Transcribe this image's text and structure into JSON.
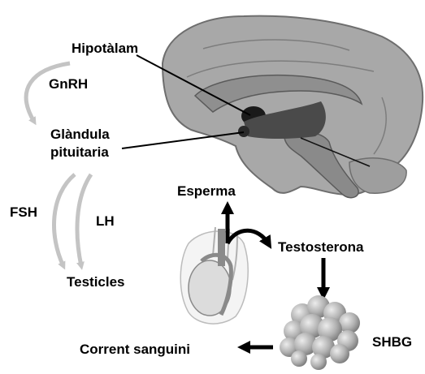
{
  "labels": {
    "hypothalamus": "Hipotàlam",
    "gnrh": "GnRH",
    "pituitary_line1": "Glàndula",
    "pituitary_line2": "pituitaria",
    "sperm": "Esperma",
    "fsh": "FSH",
    "lh": "LH",
    "testosterone": "Testosterona",
    "testicles": "Testicles",
    "shbg": "SHBG",
    "bloodstream": "Corrent sanguini"
  },
  "colors": {
    "brain_fill": "#a8a8a8",
    "brain_outline": "#6e6e6e",
    "hormone_arrow": "#c4c4c4",
    "flow_arrow": "#000000",
    "protein_fill": "#b8b8b8"
  }
}
